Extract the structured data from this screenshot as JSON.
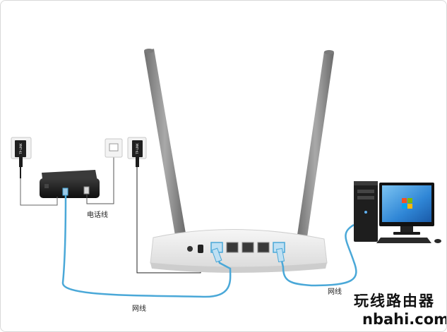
{
  "labels": {
    "phone_line": "电话线",
    "network_cable_left": "网线",
    "network_cable_right": "网线"
  },
  "watermark": {
    "chinese": "玩线路由器",
    "domain": "nbahi.com"
  },
  "devices": {
    "wall_plate_left_text": "TP-LINK",
    "power_adapter_text": "TP-LINK"
  },
  "colors": {
    "network_cable": "#4aa8d8",
    "phone_cable": "#555555",
    "router_body": "#e6e6e6",
    "antenna": "#8e8e8e",
    "modem_body": "#1a1a1a",
    "monitor_screen": "#2a7fd4"
  }
}
